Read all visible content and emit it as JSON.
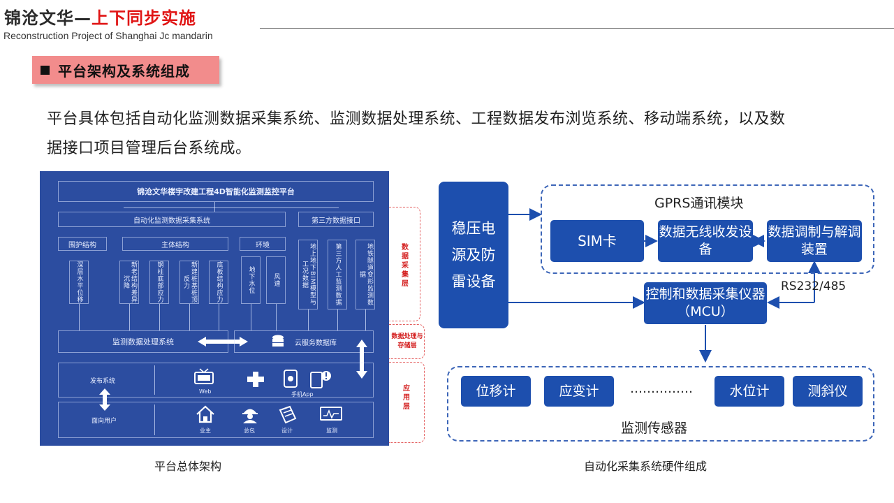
{
  "header": {
    "title_part1": "锦沧文华—",
    "title_part2": "上下同步实施",
    "subtitle": "Reconstruction Project of Shanghai Jc mandarin"
  },
  "section": {
    "label": "平台架构及系统组成"
  },
  "intro": {
    "line1": "平台具体包括自动化监测数据采集系统、监测数据处理系统、工程数据发布浏览系统、移动端系统，以及数",
    "line2": "据接口项目管理后台系统成。"
  },
  "arch": {
    "title": "锦沧文华楼宇改建工程4D智能化监测监控平台",
    "auto_system": "自动化监测数据采集系统",
    "third_party": "第三方数据接口",
    "groups": [
      "围护结构",
      "主体结构",
      "环境"
    ],
    "items": [
      "深层水平位移",
      "新老结构差异沉降",
      "钢柱底部应力",
      "新建桩基桩顶反力",
      "底板结构应力",
      "地下水位",
      "风速",
      "地上地下BIM模型与工况数据",
      "第三方人工监测数据",
      "地铁隧道变形监测数据"
    ],
    "processing": "监测数据处理系统",
    "cloud_db": "云服务数据库",
    "publish": "发布系统",
    "users": "面向用户",
    "web": "Web",
    "mobile_app": "手机App",
    "user_types": [
      "业主",
      "总包",
      "设计",
      "监测"
    ],
    "layers": {
      "collection": "数据采集层",
      "processing": "数据处理与存储层",
      "application": "应用层"
    },
    "caption": "平台总体架构"
  },
  "hardware": {
    "power": "稳压电源及防雷设备",
    "gprs": "GPRS通讯模块",
    "sim": "SIM卡",
    "wireless": "数据无线收发设备",
    "modem": "数据调制与解调装置",
    "rs": "RS232/485",
    "mcu": "控制和数据采集仪器（MCU）",
    "sensors": [
      "位移计",
      "应变计",
      "水位计",
      "测斜仪"
    ],
    "dots": "……………",
    "sensors_label": "监测传感器",
    "caption": "自动化采集系统硬件组成"
  },
  "colors": {
    "accent_red": "#e01515",
    "tag_bg": "#f28c8c",
    "panel_blue": "#2c4da0",
    "box_blue": "#1d4fae"
  }
}
